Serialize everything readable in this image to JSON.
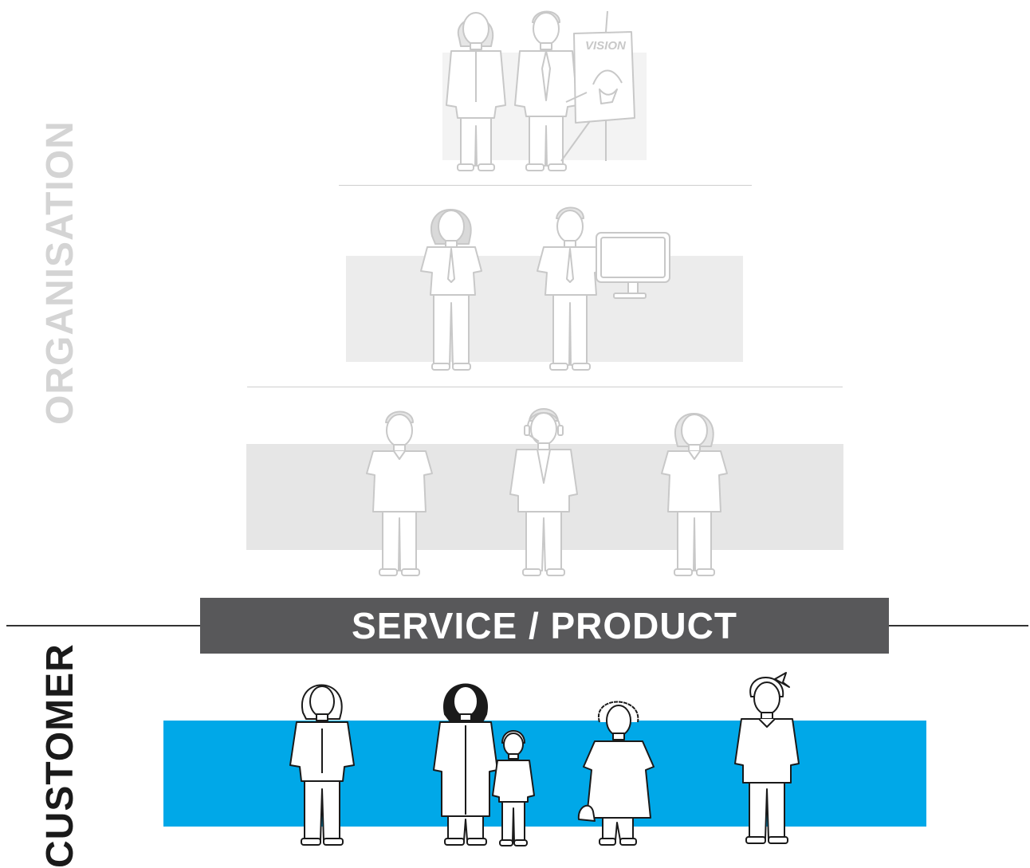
{
  "labels": {
    "organisation": "ORGANISATION",
    "customer": "CUSTOMER",
    "service_product": "SERVICE / PRODUCT",
    "vision_board": "VISION"
  },
  "colors": {
    "management_band": "#f3f3f3",
    "middle_band": "#ececec",
    "staff_band": "#e6e6e6",
    "service_bar": "#58585a",
    "customer_band": "#00a8e8",
    "organisation_label": "#d4d4d4",
    "customer_label": "#1a1a1a",
    "faded_figure_stroke": "#c8c8c8",
    "customer_figure_stroke": "#1a1a1a"
  },
  "levels": [
    {
      "name": "management",
      "figures": [
        "executive-woman-icon",
        "executive-man-icon",
        "vision-easel-icon"
      ]
    },
    {
      "name": "middle",
      "figures": [
        "office-woman-icon",
        "office-man-icon",
        "computer-monitor-icon"
      ]
    },
    {
      "name": "front-line",
      "figures": [
        "staff-man-icon",
        "call-center-agent-icon",
        "staff-woman-icon"
      ]
    },
    {
      "name": "customers",
      "figures": [
        "business-woman-icon",
        "mother-icon",
        "child-icon",
        "elderly-woman-icon",
        "girl-with-bow-icon"
      ]
    }
  ]
}
